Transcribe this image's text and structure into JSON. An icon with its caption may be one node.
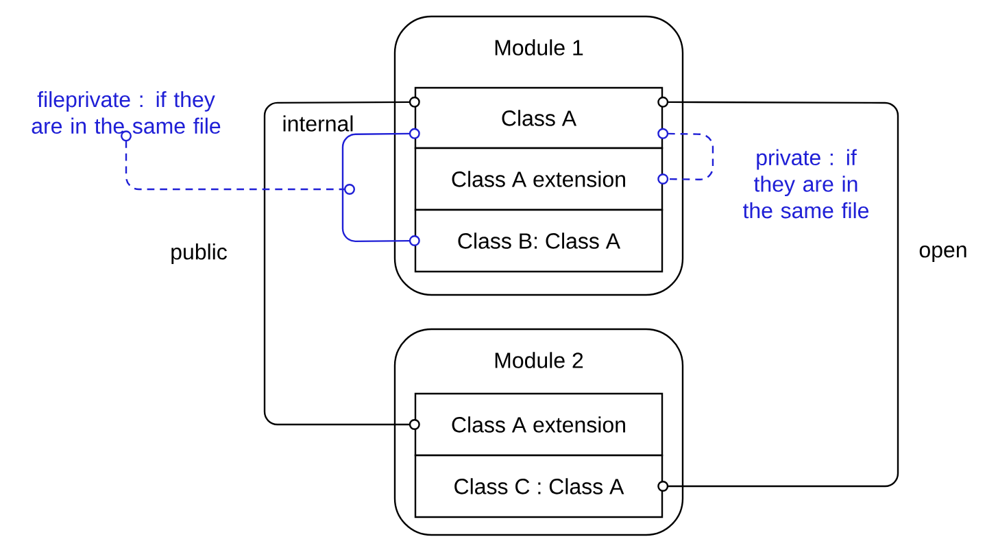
{
  "diagram": {
    "nodes": [
      {
        "text": [
          "Module 1"
        ]
      },
      {
        "text": [
          "Class A"
        ],
        "in": 0
      },
      {
        "text": [
          "Class A extension"
        ],
        "in": 0
      },
      {
        "text": [
          "Class B: Class A"
        ],
        "in": 0
      },
      {
        "text": [
          "Module 2"
        ]
      },
      {
        "text": [
          "Class A extension"
        ],
        "in": 4
      },
      {
        "text": [
          "Class C : Class A"
        ],
        "in": 4
      },
      {
        "text": [
          "fileprivate : if they are in the same file"
        ]
      }
    ],
    "edges": [
      {
        "from": 1,
        "to": 5,
        "arrow": "other",
        "color": "#000000"
      },
      {
        "from": 1,
        "to": 6,
        "arrow": "other",
        "color": "#000000"
      },
      {
        "from": 1,
        "to": 3,
        "arrow": "other",
        "color": "#1f1fd6"
      },
      {
        "from": 7,
        "to": null,
        "arrow": "other",
        "style": "dashed",
        "color": "#1f1fd6"
      },
      {
        "from": 1,
        "to": 2,
        "arrow": "other",
        "style": "dashed",
        "color": "#1f1fd6"
      }
    ],
    "labels": [
      "internal",
      "public",
      "open",
      "private : if they are in the same file"
    ]
  }
}
